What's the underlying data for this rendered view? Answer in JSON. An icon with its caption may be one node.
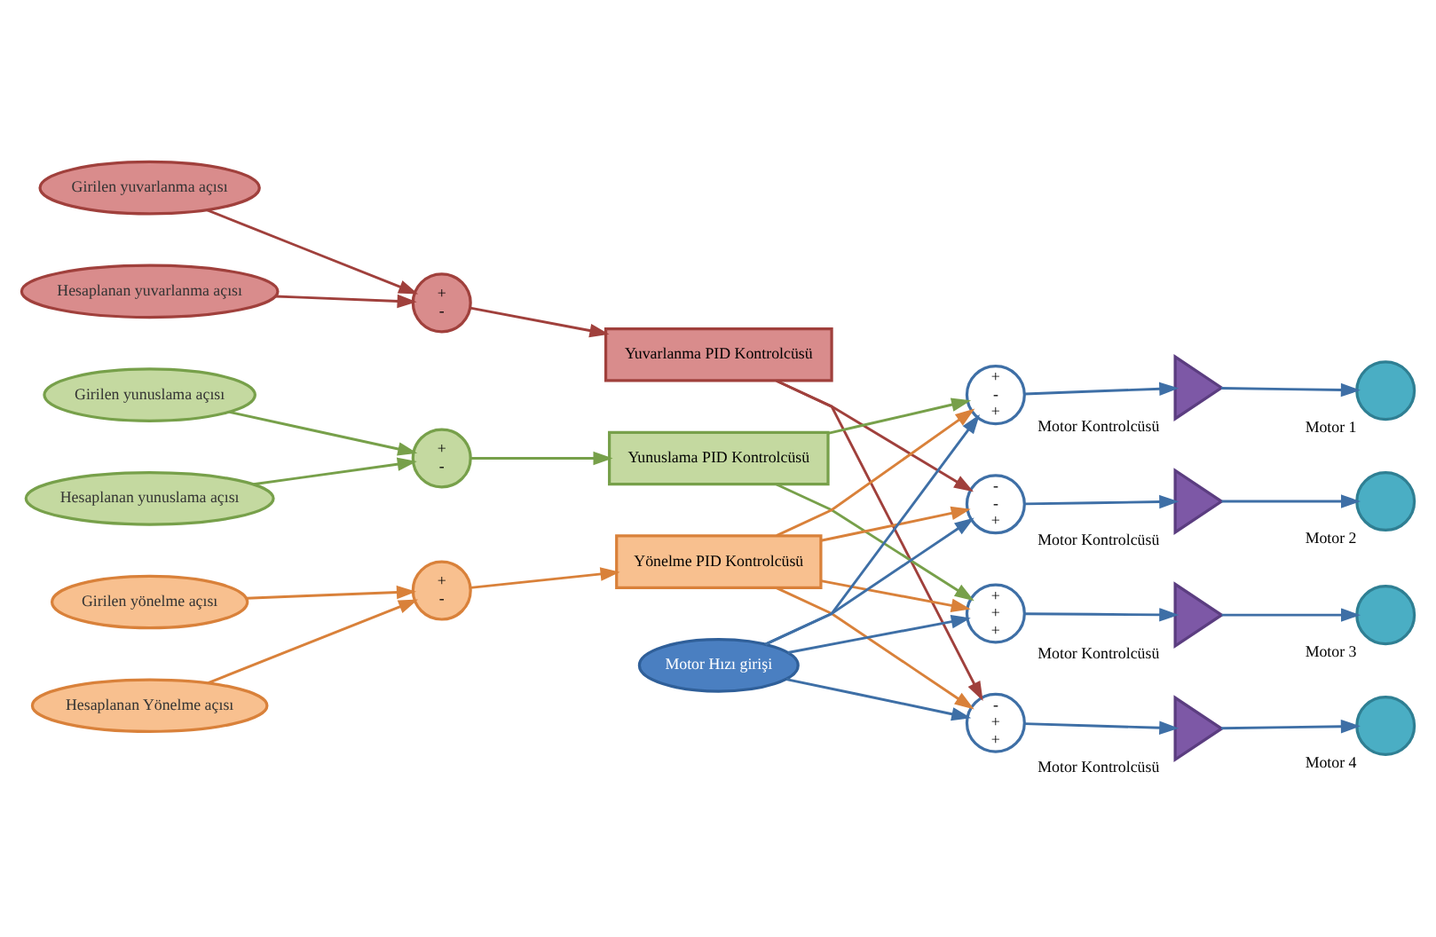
{
  "diagram": {
    "nodes": [
      {
        "text": [
          "Girilen yuvarlanma açısı"
        ]
      },
      {
        "text": [
          "Hesaplanan yuvarlanma açısı"
        ]
      },
      {
        "text": [
          "+",
          "-"
        ]
      },
      {
        "text": [
          "Yuvarlanma PID Kontrolcüsü"
        ]
      },
      {
        "text": [
          "Girilen yunuslama açısı"
        ]
      },
      {
        "text": [
          "Hesaplanan yunuslama açısı"
        ]
      },
      {
        "text": [
          "+",
          "-"
        ]
      },
      {
        "text": [
          "Yunuslama PID Kontrolcüsü"
        ]
      },
      {
        "text": [
          "Girilen yönelme açısı"
        ]
      },
      {
        "text": [
          "Hesaplanan Yönelme açısı"
        ]
      },
      {
        "text": [
          "+",
          "-"
        ]
      },
      {
        "text": [
          "Yönelme PID Kontrolcüsü"
        ]
      },
      {
        "text": [
          "Motor Hızı girişi"
        ]
      },
      {
        "text": [
          "+",
          "-",
          "+"
        ]
      },
      {
        "text": [],
        "shape": "triangle",
        "beside": [
          "Motor Kontrolcüsü"
        ]
      },
      {
        "text": [],
        "shape": "circle",
        "beside": [
          "Motor 1"
        ]
      },
      {
        "text": [
          "-",
          "-",
          "+"
        ]
      },
      {
        "text": [],
        "shape": "triangle",
        "beside": [
          "Motor Kontrolcüsü"
        ]
      },
      {
        "text": [],
        "shape": "circle",
        "beside": [
          "Motor 2"
        ]
      },
      {
        "text": [
          "+",
          "+",
          "+"
        ]
      },
      {
        "text": [],
        "shape": "triangle",
        "beside": [
          "Motor Kontrolcüsü"
        ]
      },
      {
        "text": [],
        "shape": "circle",
        "beside": [
          "Motor 3"
        ]
      },
      {
        "text": [
          "-",
          "+",
          "+"
        ]
      },
      {
        "text": [],
        "shape": "triangle",
        "beside": [
          "Motor Kontrolcüsü"
        ]
      },
      {
        "text": [],
        "shape": "circle",
        "beside": [
          "Motor 4"
        ]
      }
    ],
    "edges": [
      {
        "from": 0,
        "to": 2,
        "arrow": "to",
        "color": "#a0403c"
      },
      {
        "from": 1,
        "to": 2,
        "arrow": "to",
        "color": "#a0403c"
      },
      {
        "from": 2,
        "to": 3,
        "arrow": "to",
        "color": "#a0403c"
      },
      {
        "from": 4,
        "to": 6,
        "arrow": "to",
        "color": "#77a04a"
      },
      {
        "from": 5,
        "to": 6,
        "arrow": "to",
        "color": "#77a04a"
      },
      {
        "from": 6,
        "to": 7,
        "arrow": "to",
        "color": "#77a04a"
      },
      {
        "from": 8,
        "to": 10,
        "arrow": "to",
        "color": "#d9813a"
      },
      {
        "from": 9,
        "to": 10,
        "arrow": "to",
        "color": "#d9813a"
      },
      {
        "from": 10,
        "to": 11,
        "arrow": "to",
        "color": "#d9813a"
      },
      {
        "from": 11,
        "to": 13,
        "arrow": "to",
        "color": "#d9813a"
      },
      {
        "from": 7,
        "to": 13,
        "arrow": "to",
        "color": "#77a04a"
      },
      {
        "from": 12,
        "to": 13,
        "arrow": "to",
        "color": "#3e6fa6"
      },
      {
        "from": 11,
        "to": 16,
        "arrow": "to",
        "color": "#d9813a"
      },
      {
        "from": 3,
        "to": 16,
        "arrow": "to",
        "color": "#a0403c"
      },
      {
        "from": 12,
        "to": 16,
        "arrow": "to",
        "color": "#3e6fa6"
      },
      {
        "from": 11,
        "to": 19,
        "arrow": "to",
        "color": "#d9813a"
      },
      {
        "from": 7,
        "to": 19,
        "arrow": "to",
        "color": "#77a04a"
      },
      {
        "from": 12,
        "to": 19,
        "arrow": "to",
        "color": "#3e6fa6"
      },
      {
        "from": 11,
        "to": 22,
        "arrow": "to",
        "color": "#d9813a"
      },
      {
        "from": 3,
        "to": 22,
        "arrow": "to",
        "color": "#a0403c"
      },
      {
        "from": 12,
        "to": 22,
        "arrow": "to",
        "color": "#3e6fa6"
      },
      {
        "from": 13,
        "to": 14,
        "arrow": "to",
        "color": "#3e6fa6"
      },
      {
        "from": 14,
        "to": 15,
        "arrow": "to",
        "color": "#3e6fa6"
      },
      {
        "from": 16,
        "to": 17,
        "arrow": "to",
        "color": "#3e6fa6"
      },
      {
        "from": 17,
        "to": 18,
        "arrow": "to",
        "color": "#3e6fa6"
      },
      {
        "from": 19,
        "to": 20,
        "arrow": "to",
        "color": "#3e6fa6"
      },
      {
        "from": 20,
        "to": 21,
        "arrow": "to",
        "color": "#3e6fa6"
      },
      {
        "from": 22,
        "to": 23,
        "arrow": "to",
        "color": "#3e6fa6"
      },
      {
        "from": 23,
        "to": 24,
        "arrow": "to",
        "color": "#3e6fa6"
      }
    ]
  }
}
